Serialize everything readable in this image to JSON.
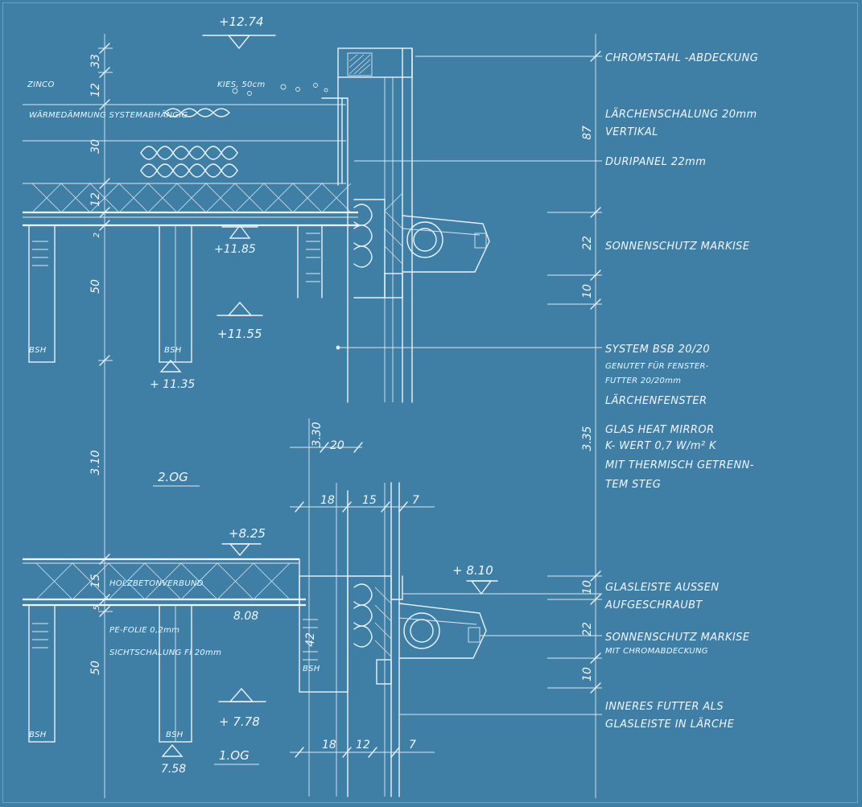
{
  "labels": {
    "chromstahl": "CHROMSTAHL -ABDECKUNG",
    "laerchenschalung1": "LÄRCHENSCHALUNG 20mm",
    "laerchenschalung2": "VERTIKAL",
    "duripanel": "DURIPANEL 22mm",
    "sonnenschutz1": "SONNENSCHUTZ MARKISE",
    "system1": "SYSTEM BSB   20/20",
    "system2": "GENUTET FÜR FENSTER-",
    "system3": "FUTTER  20/20mm",
    "laerchenfenster": "LÄRCHENFENSTER",
    "glas1": "GLAS HEAT MIRROR",
    "glas2": "K- WERT  0,7 W/m² K",
    "glas3": "MIT THERMISCH GETRENN-",
    "glas4": "TEM STEG",
    "glasleiste1": "GLASLEISTE AUSSEN",
    "glasleiste2": "AUFGESCHRAUBT",
    "sonnenschutz2a": "SONNENSCHUTZ MARKISE",
    "sonnenschutz2b": "MIT CHROMABDECKUNG",
    "futter1": "INNERES FUTTER ALS",
    "futter2": "GLASLEISTE  IN LÄRCHE",
    "zinco": "ZINCO",
    "kies": "KIES, 50cm",
    "waerme": "WÄRMEDÄMMUNG  SYSTEMABHÄNGIG",
    "holzbeton": "HOLZBETONVERBUND",
    "pefolie": "PE-FOLIE 0,2mm",
    "sicht": "SICHTSCHALUNG Fi  20mm",
    "bsh": "BSH",
    "og2": "2.OG",
    "og1": "1.OG"
  },
  "levels": {
    "l1274": "+12.74",
    "l1185": "+11.85",
    "l1155": "+11.55",
    "l1135": "+ 11.35",
    "l825": "+8.25",
    "l810": "+ 8.10",
    "l808": "8.08",
    "l778": "+ 7.78",
    "l758": "7.58"
  },
  "dims_left": [
    "33",
    "12",
    "30",
    "12",
    "2",
    "50",
    "3.10",
    "15",
    "5",
    "50"
  ],
  "dims_right": [
    "87",
    "22",
    "10",
    "3.35",
    "10",
    "22",
    "10"
  ],
  "dims_mid": {
    "d330": "3.30",
    "d20": "20",
    "d18a": "18",
    "d15": "15",
    "d7a": "7",
    "d42": "42",
    "d18b": "18",
    "d12": "12",
    "d7b": "7"
  }
}
